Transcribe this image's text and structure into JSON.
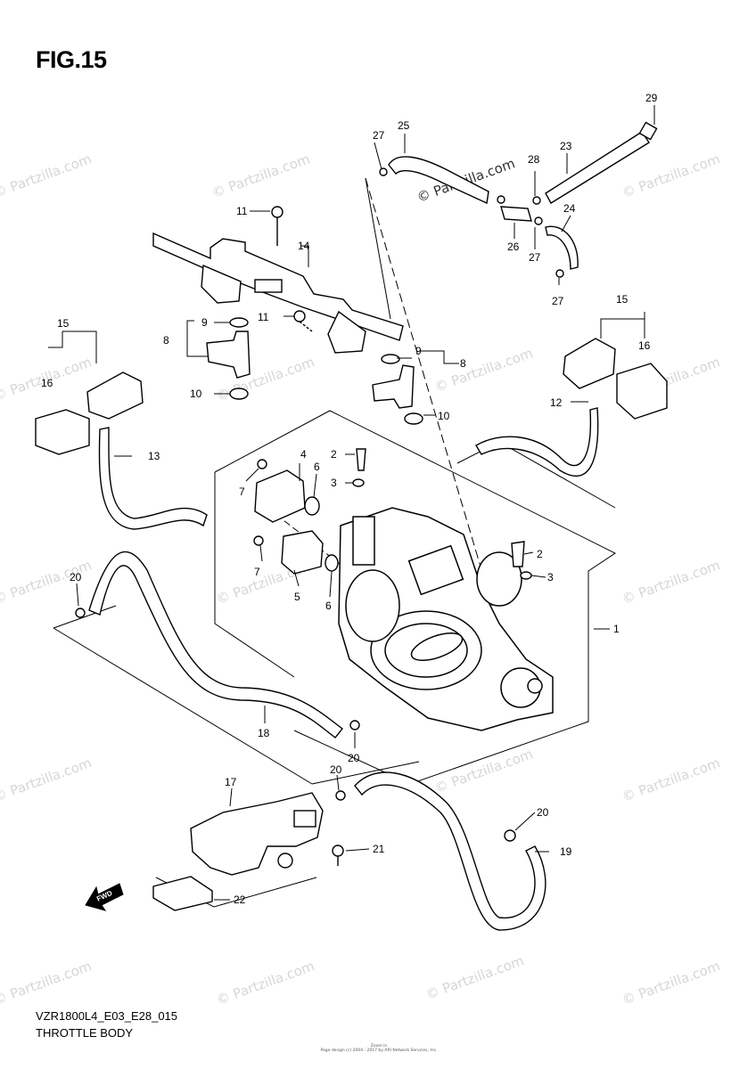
{
  "figure": {
    "title": "FIG.15"
  },
  "footer": {
    "code": "VZR1800L4_E03_E28_015",
    "name": "THROTTLE BODY"
  },
  "copyright": {
    "line1": "Zoom in",
    "line2": "Page design (c) 2004 - 2017 by ARI Network Services, Inc."
  },
  "watermark": {
    "text": "© Partzilla.com"
  },
  "fwd_badge": {
    "text": "FWD"
  },
  "callouts": {
    "c1": "1",
    "c2a": "2",
    "c2b": "2",
    "c3a": "3",
    "c3b": "3",
    "c4": "4",
    "c5": "5",
    "c6a": "6",
    "c6b": "6",
    "c7a": "7",
    "c7b": "7",
    "c8a": "8",
    "c8b": "8",
    "c9a": "9",
    "c9b": "9",
    "c10a": "10",
    "c10b": "10",
    "c11a": "11",
    "c11b": "11",
    "c12": "12",
    "c13": "13",
    "c14": "14",
    "c15a": "15",
    "c15b": "15",
    "c16a": "16",
    "c16b": "16",
    "c17": "17",
    "c18": "18",
    "c19": "19",
    "c20a": "20",
    "c20b": "20",
    "c20c": "20",
    "c20d": "20",
    "c21": "21",
    "c22": "22",
    "c23": "23",
    "c24": "24",
    "c25": "25",
    "c26": "26",
    "c27a": "27",
    "c27b": "27",
    "c27c": "27",
    "c28": "28",
    "c29": "29"
  }
}
